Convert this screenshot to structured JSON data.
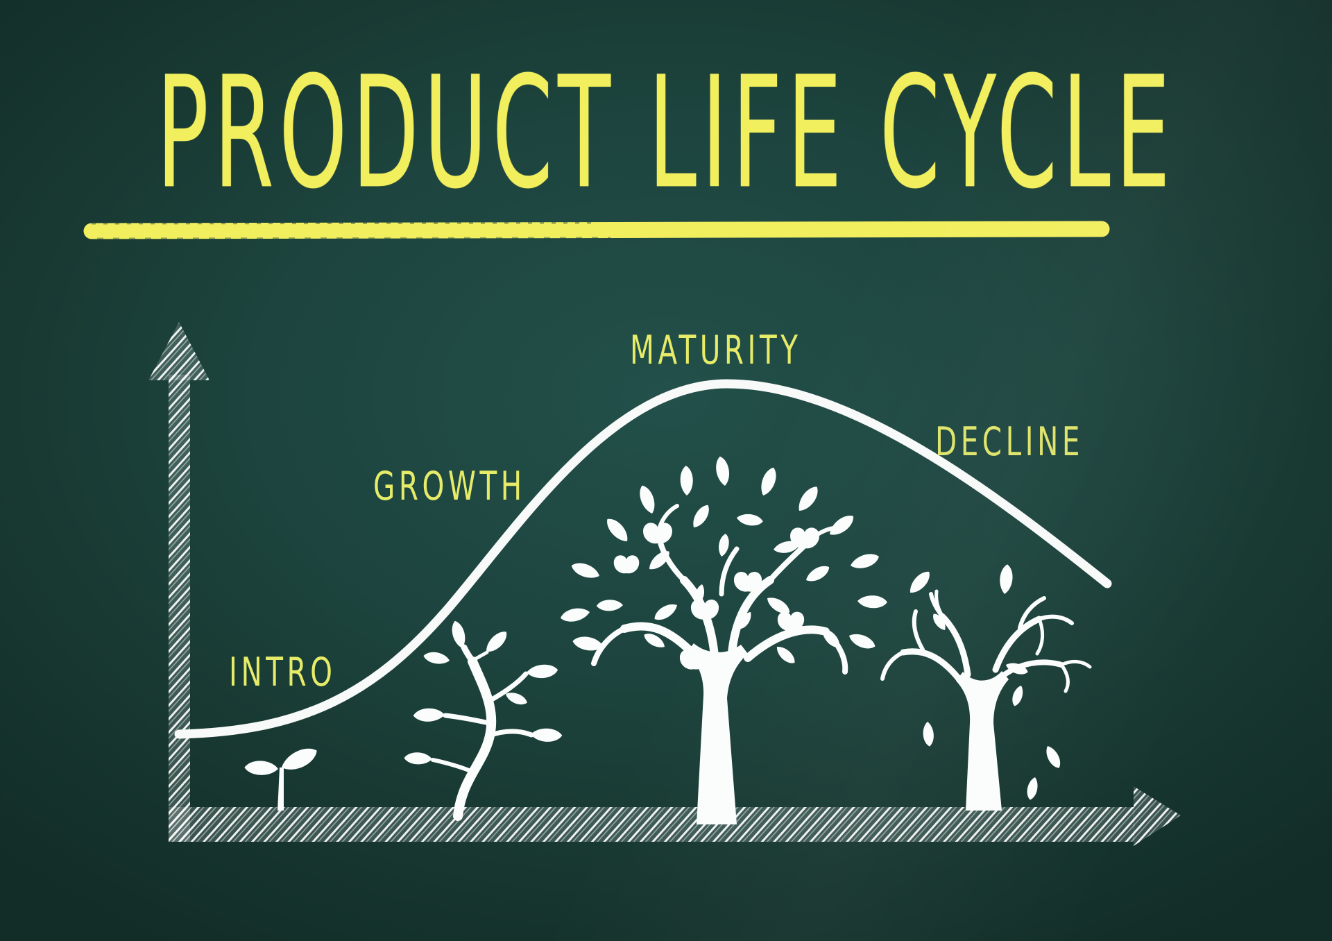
{
  "title": {
    "text": "PRODUCT LIFE CYCLE"
  },
  "colors": {
    "background": "#1d443e",
    "chalk_yellow": "#f2ef5e",
    "label_yellow": "#e6ec68",
    "chalk_white": "#f8faf9"
  },
  "stages": [
    {
      "label": "INTRO",
      "icon": "seedling-icon"
    },
    {
      "label": "GROWTH",
      "icon": "sapling-icon"
    },
    {
      "label": "MATURITY",
      "icon": "apple-tree-icon"
    },
    {
      "label": "DECLINE",
      "icon": "bare-tree-icon"
    }
  ],
  "icons": {
    "y_axis": "up-arrow-chalk-icon",
    "x_axis": "right-arrow-chalk-icon"
  },
  "chart_data": {
    "type": "line",
    "title": "PRODUCT LIFE CYCLE",
    "x": [
      "INTRO",
      "GROWTH",
      "MATURITY",
      "DECLINE"
    ],
    "values": [
      0.15,
      0.55,
      1.0,
      0.45
    ],
    "xlabel": "",
    "ylabel": "",
    "ylim": [
      0,
      1.1
    ],
    "grid": false,
    "legend": "none",
    "annotations": [
      "bell-shaped sales curve drawn in white chalk; each phase illustrated by a tree growth stage"
    ]
  }
}
